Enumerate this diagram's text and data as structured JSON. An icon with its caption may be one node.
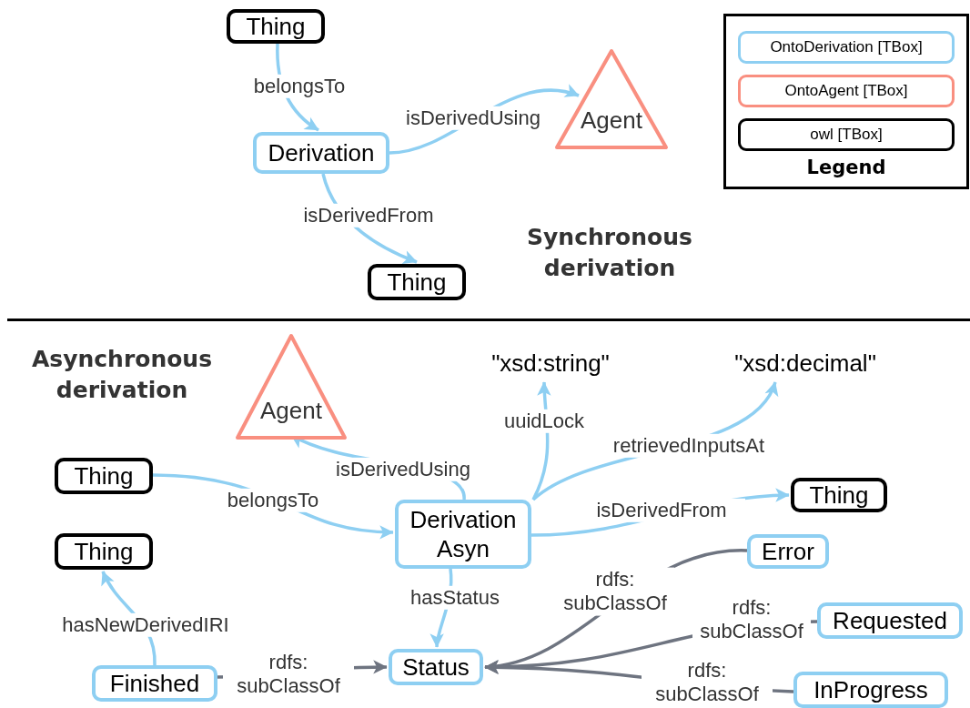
{
  "diagram": {
    "nodes": [
      {
        "text": [
          "Thing"
        ]
      },
      {
        "text": [
          "Derivation"
        ]
      },
      {
        "text": [
          "Agent"
        ]
      },
      {
        "text": [
          "Thing"
        ]
      },
      {
        "text": [
          "Agent"
        ]
      },
      {
        "text": [
          "\"xsd:string\""
        ]
      },
      {
        "text": [
          "\"xsd:decimal\""
        ]
      },
      {
        "text": [
          "Thing"
        ]
      },
      {
        "text": [
          "Derivation Asyn"
        ]
      },
      {
        "text": [
          "Thing"
        ]
      },
      {
        "text": [
          "Thing"
        ]
      },
      {
        "text": [
          "Error"
        ]
      },
      {
        "text": [
          "Requested"
        ]
      },
      {
        "text": [
          "Finished"
        ]
      },
      {
        "text": [
          "Status"
        ]
      },
      {
        "text": [
          "InProgress"
        ]
      }
    ],
    "edges": [
      {
        "from": 0,
        "to": 1,
        "arrow": "to",
        "label": "belongsTo"
      },
      {
        "from": 1,
        "to": 2,
        "arrow": "to",
        "label": "isDerivedUsing"
      },
      {
        "from": 1,
        "to": 3,
        "arrow": "to",
        "label": "isDerivedFrom"
      },
      {
        "from": 7,
        "to": 8,
        "arrow": "to",
        "label": "belongsTo"
      },
      {
        "from": 8,
        "to": 4,
        "arrow": "to",
        "label": "isDerivedUsing"
      },
      {
        "from": 8,
        "to": 5,
        "arrow": "to",
        "label": "uuidLock"
      },
      {
        "from": 8,
        "to": 6,
        "arrow": "to",
        "label": "retrievedInputsAt"
      },
      {
        "from": 8,
        "to": 9,
        "arrow": "to",
        "label": "isDerivedFrom"
      },
      {
        "from": 8,
        "to": 14,
        "arrow": "to",
        "label": "hasStatus"
      },
      {
        "from": 13,
        "to": 10,
        "arrow": "to",
        "label": "hasNewDerivedIRI"
      },
      {
        "from": 13,
        "to": 14,
        "arrow": "to",
        "label": "rdfs: subClassOf",
        "color": "#6e7480"
      },
      {
        "from": 11,
        "to": 14,
        "arrow": "to",
        "label": "rdfs: subClassOf",
        "color": "#6e7480"
      },
      {
        "from": 12,
        "to": 14,
        "arrow": "to",
        "label": "rdfs: subClassOf",
        "color": "#6e7480"
      },
      {
        "from": 15,
        "to": 14,
        "arrow": "to",
        "label": "rdfs: subClassOf",
        "color": "#6e7480"
      }
    ],
    "labels": [
      "Legend",
      "Synchronous derivation",
      "Asynchronous derivation"
    ],
    "legend": [
      {
        "text": "OntoDerivation [TBox]",
        "color": "#8ecff2"
      },
      {
        "text": "OntoAgent [TBox]",
        "color": "#f98f80"
      },
      {
        "text": "owl [TBox]",
        "color": "#000000"
      }
    ]
  }
}
